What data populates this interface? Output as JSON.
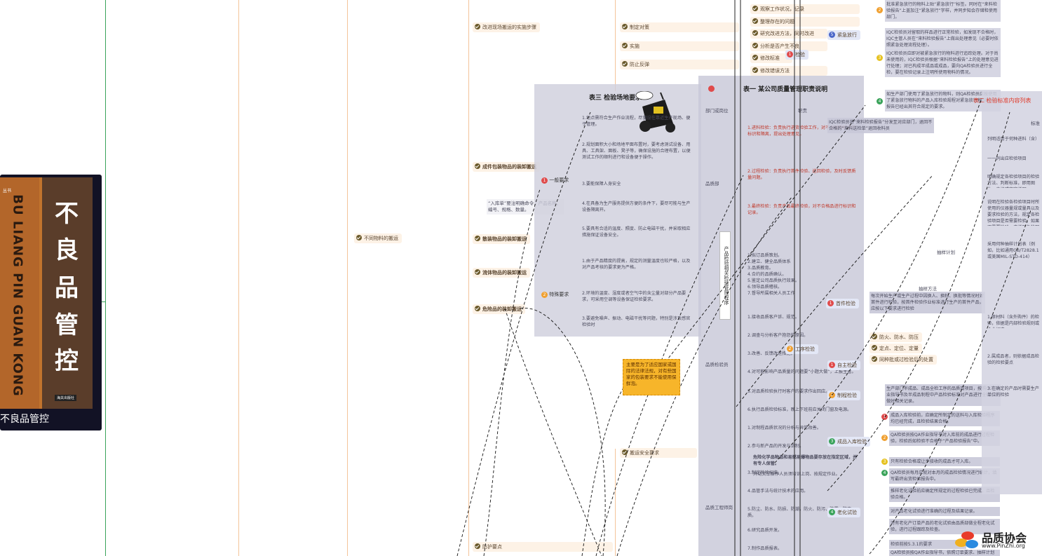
{
  "book": {
    "series_label": "丛书",
    "title_cn": [
      "不",
      "良",
      "品",
      "管",
      "控"
    ],
    "title_pinyin": "BU LIANG PIN GUAN KONG",
    "publisher": "海关出版社",
    "caption": "不良品管控"
  },
  "left_tree": {
    "branch_incoming": "不同物料的搬运",
    "improve_label": "改进现场搬运的实施步骤",
    "steps": [
      "观察工作状况，记录",
      "整理存在的问题",
      "研究改进方法，同时改进",
      "分析是否产生不良",
      "修改标准",
      "修改错误方法"
    ],
    "step_labels": [
      "制定对策",
      "实施",
      "防止反弹"
    ],
    "material_items": [
      "成件包装物品的装卸搬运",
      "散装物品的装卸搬运",
      "流体物品的装卸搬运",
      "危险品的装卸搬运"
    ],
    "note_inbound": "“入库单”要注明确命令、产品名称、编号、规格、数量。",
    "safety_label": "搬运安全要求",
    "protect_label": "防护要点",
    "general_req": "一般要求",
    "special_req": "特殊要求"
  },
  "table3": {
    "title": "表三 检验场地要求",
    "rows": [
      "1.地点需符合生产作业流程，尽量设在靠近生产现场、便于管理。",
      "2.规划面积大小和场地平面布置时，要考虑测试设备、用具、工具架、面板、凳子等，确保设施的合理布置，以便测试工作的顺利进行和设备便于操作。",
      "3.要能保障人身安全",
      "4.在具备为生产服务提供方便的条件下，要尽可能与生产设备隔离开。",
      "5.要具有合适的温度、照度、防止电磁干扰，并采取相应措施保证设备安全。",
      "1.由于产品精度的提高，规定的测量温度也较严格，以及对产品考核的要求更为严格。",
      "2.环境的温度、湿度或者空气中的含尘量对部分产品要求，可采用空调等设备保证检验要求。",
      "3.要避免噪声、振动、电磁干扰等问题，特别是涉及感官检验时"
    ]
  },
  "table1": {
    "title": "表一 某公司质量管理职责说明",
    "col_dept": "部门或岗位",
    "col_duty": "职责",
    "depts": [
      "品质部",
      "品质检验员",
      "品质工程师岗"
    ],
    "duties": [
      "1.进料检验：负责执行进货检验工作，对不合格物料进行标识和隔离，提出处理意见。",
      "2.过程检验：负责执行首件检验、巡回检验，及时反馈质量问题。",
      "3.最终检验：负责产品最终检验，对不合格品进行标识和记录。",
      "1.拟订品质策划。",
      "2.建立、健全品质体系",
      "3.品质教育。",
      "4.合约的品质确认。",
      "5.鉴定公司品质执行效果。",
      "6.领导品质稽核。",
      "7.督导所属相关人员工作"
    ],
    "lower_duties": [
      "1.接收品质客户诉、规范。",
      "2.调查与分析客户抱怨的原因。",
      "3.改善、反馈改进措施。",
      "4.对可能影响产品质量的问题要“小题大做”，上报主管。",
      "5.对品质检验执行时客户的要求作出回应。",
      "6.执行品质检验标准，晚上下班前应关闭门窗及电源。",
      "1.对制程品质状况的分析与异常改善。",
      "2.参与新产品的开发与试制。",
      "3.制定检验标准。",
      "4.品管手法与统计技术的应用。",
      "5.防尘、防水、防损、防潮，防火、防污、防霉、防变质。",
      "6.研究品质开发。",
      "7.制作品质报表。"
    ],
    "safety_notes": [
      "危险化学品物品和易燃易爆物品要存放在指定区域，并有专人保管。",
      "开动叉车操作人员须培训上岗、按规定作业。"
    ],
    "side_vertical": "产品检验相关检验管理程序"
  },
  "right_tree": {
    "release_label": "紧急放行",
    "release_notes": [
      "批准紧急放行的物料上贴“紧急放行”标签。同时在“来料检验报告”上盖加注“紧急放行”字样，并同步知会存储和使用部门。",
      "IQC检验员对留取的样品进行正常检验，如发现不合格时，IQC主管人员在“来料检验报告”上做出处理意见（必要时依照紧急处理流程处理）。",
      "IQC检验员应即对被紧急放行的物料进行追踪处理。对于尚未使用的，IQC检验员根据“来料检验报告”上的处理意见进行处理；对已构成半成品或成品，要向QA检验员进行全检，要在检验记录上注明所使用物料的情况。",
      "如生产部门使用了紧急放行的物料，则QA检验员应按使用了紧急放行物料的产品入库检验规程对紧急放行物料的检验报告已经出其符合规定的要求。"
    ],
    "iqc_report": "IQC检验员将“来料检验报告”分发至对应部门，退回不合格的“来料送检单”退回收料员",
    "iqc_label": "检验",
    "first_label": "首件检验",
    "first_note": "每次开始生产或生产过程中因换人、换料、换批等情况时对首件进行检验，按首件检验作业标准进行生产的首件产品，应按以下要求进行检验",
    "self_label": "自主检验",
    "process_label": "工序检验",
    "self_notes": [
      "防火、防水、防压",
      "定点、定位、定量",
      "同种批或过检验后的处置"
    ],
    "inprocess_label": "制程检验",
    "inprocess_note": "生产部门半成品、成品全检工序的品质或项目，按照QC作业指导书及半成品制程中产品检验标准对产品进行全检，并做好相关记录。",
    "store_label": "成品入库检验",
    "store_notes": [
      "成品入库检验前，应确定所制定的送料与入库检验程序均已经完成，且检验结果合格。",
      "QA检验员按QA作业指导书对入库前的成品进行过程检验，检验后如检验不合格于“产品检验报告”中。",
      "只有检验合格或让步接收的成品才可入库。",
      "QA检验员每月应就对本月的成品检验情况进行统计，填写最终出货检验报告中。"
    ],
    "aging_label": "老化试验",
    "aging_notes": [
      "推样老化试验前应确定所规定的过程检验已完成，且检验合格。",
      "对产品老化试验进行准确的过程及结果记录。",
      "对有老化产订单产品的老化试验由品质部做全程老化试验，进行过程跟踪及检查。"
    ],
    "final_label": "检验前按5.3.1的要求",
    "final_note": "QA检验员按QA作业指导书，依照订单要求、抽样计划与成品检验标准执行出货检验。"
  },
  "table2": {
    "title": "表二 检验标准内容列表",
    "col_item": "标准",
    "rows": [
      "列明适用于何种进料（含）",
      "一一列出应检验项目",
      "明确规定各检验项目的检验方法、判断标准，即用图片、表格或文字说明",
      "说明在检验各检验项目时所使用的仪器量规或量具以及要求检验的方法，规定各检验项目是否需要检验，如果不需要检验，应说明免检理由",
      "采用何种抽样计划表（例如，比如通用GB/T2828.1或美国MIL-STD-414）",
      "1.原材料（含外购件）的检验，依据是内部检验规则或企业标准",
      "2.属成品者，则依据成品检验的检验要点",
      "3.在确定的产品时需要生产单位的检验"
    ],
    "sample_label": "抽样方法",
    "sample_plan": "抽样计划"
  },
  "sticky_note": "主要是为了适应国家或国际的法律法规，对有些国家的包装要求不能使用保鲜泡。",
  "watermark": {
    "name": "品质协会",
    "url": "www.PinZhi.org"
  },
  "colors": {
    "node_bg": "#fdf2e6",
    "panel": "#c8c8d8",
    "book_orange": "#c1732d",
    "title_red": "#e03a2a",
    "tree_line": "#f4c49a",
    "green_line": "#3aa35a"
  }
}
